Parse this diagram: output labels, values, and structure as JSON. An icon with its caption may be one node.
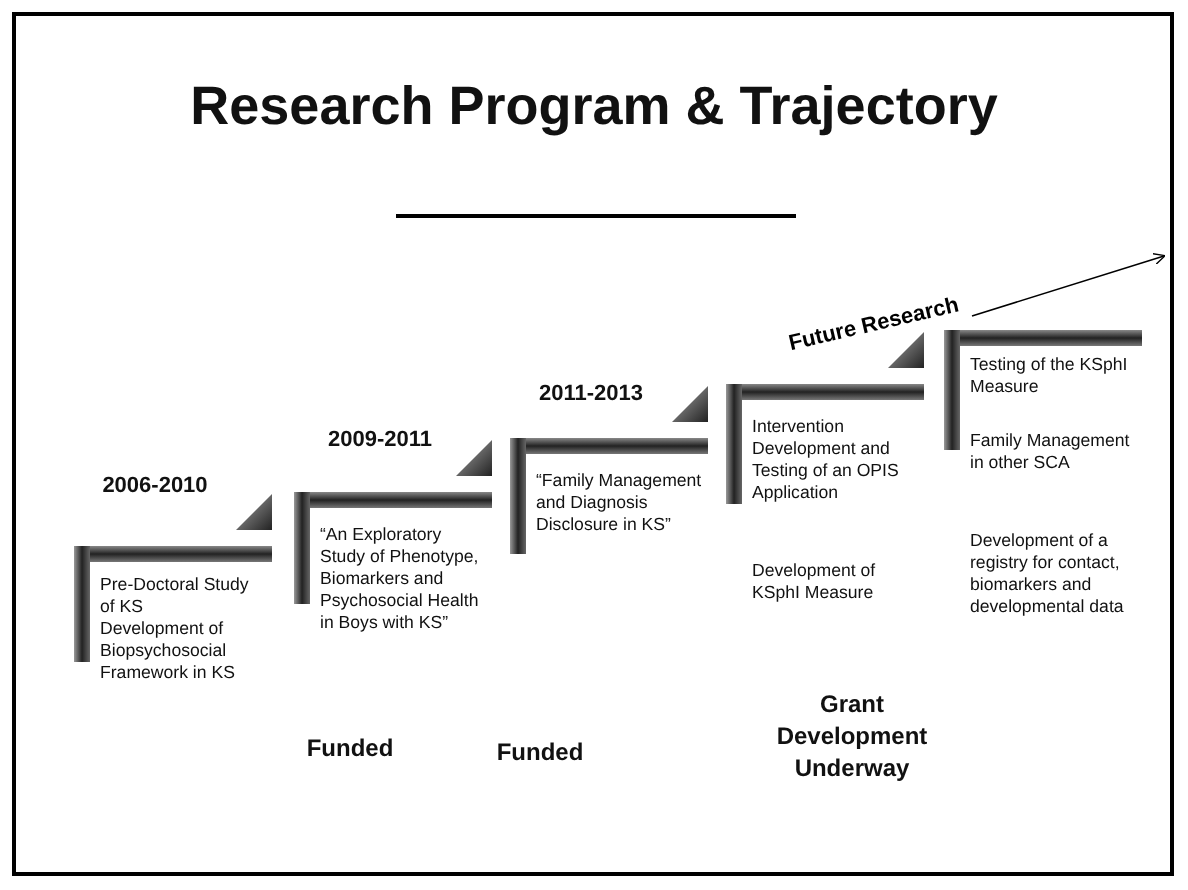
{
  "diagram": {
    "title": "Research Program & Trajectory",
    "nodes": [
      {
        "text": [
          "Pre-Doctoral Study of KS",
          "Development of Biopsychosocial Framework in KS"
        ]
      },
      {
        "text": [
          "“An Exploratory Study of Phenotype, Biomarkers and Psychosocial Health in Boys with KS”"
        ]
      },
      {
        "text": [
          "“Family Management and Diagnosis Disclosure in KS”"
        ]
      },
      {
        "text": [
          "Intervention Development and Testing of an OPIS Application",
          "Development of KSphI Measure"
        ]
      },
      {
        "text": [
          "Testing of the KSphI Measure",
          "Family Management in other SCA",
          "Development of a registry for contact, biomarkers and developmental data"
        ]
      }
    ],
    "labels": [
      "2006-2010",
      "2009-2011",
      "2011-2013",
      "Future Research",
      "Funded",
      "Funded",
      "Grant Development Underway"
    ]
  }
}
